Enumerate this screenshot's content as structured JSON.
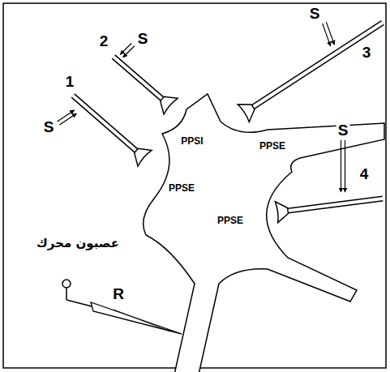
{
  "diagram": {
    "labels": [
      "1",
      "S",
      "2",
      "S",
      "3",
      "S",
      "4",
      "S",
      "PPSI",
      "PPSE",
      "PPSE",
      "PPSE",
      "عصبون محرك",
      "R"
    ]
  }
}
